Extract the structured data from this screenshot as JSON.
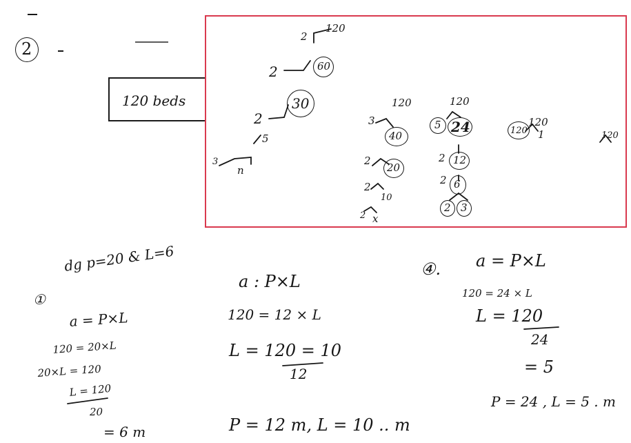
{
  "question_number": "2",
  "label_box_text": "120 beds",
  "factor_trees": {
    "tree1": {
      "root": "120",
      "nodes": [
        "60",
        "30"
      ],
      "divisors": [
        "2",
        "2",
        "2",
        "3"
      ],
      "branch": "5",
      "tail": "n"
    },
    "tree2": {
      "root": "120",
      "nodes": [
        "40",
        "20"
      ],
      "divisors": [
        "3",
        "2",
        "2",
        "2"
      ],
      "bottom": [
        "10",
        "x"
      ]
    },
    "tree3": {
      "root": "120",
      "nodes": [
        "24",
        "12",
        "6"
      ],
      "divisors": [
        "5",
        "2",
        "2"
      ],
      "leaves": [
        "2",
        "3"
      ]
    },
    "tree4": {
      "root": "120",
      "node": "120",
      "side": "1"
    },
    "tree5": {
      "root": "120"
    }
  },
  "working": {
    "part1": {
      "marker": "①",
      "heading": "dg  p=20 & L=6",
      "lines": [
        "a = P×L",
        "120 = 20×L",
        "20×L = 120",
        "L = 120",
        "20",
        "= 6 m"
      ]
    },
    "part2": {
      "lines": [
        "a : P×L",
        "120 = 12 × L",
        "L = 120 = 10",
        "12",
        "P = 12 m, L = 10 .. m"
      ]
    },
    "part3": {
      "marker": "④.",
      "lines": [
        "a = P×L",
        "120 = 24 × L",
        "L = 120",
        "24",
        "= 5",
        "P = 24 , L = 5 . m"
      ]
    }
  }
}
